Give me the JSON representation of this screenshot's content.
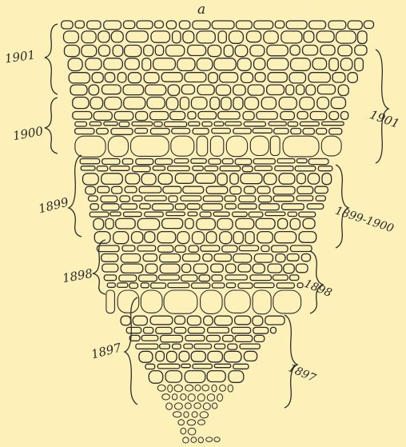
{
  "figure": {
    "letter": "a",
    "left_labels": [
      "1901",
      "1900",
      "1899",
      "1898",
      "1897"
    ],
    "right_labels": [
      "1901",
      "1899-1900",
      "1898",
      "1897"
    ]
  },
  "colors": {
    "background": "#fdf0b8",
    "ink": "#2b2b2b"
  }
}
